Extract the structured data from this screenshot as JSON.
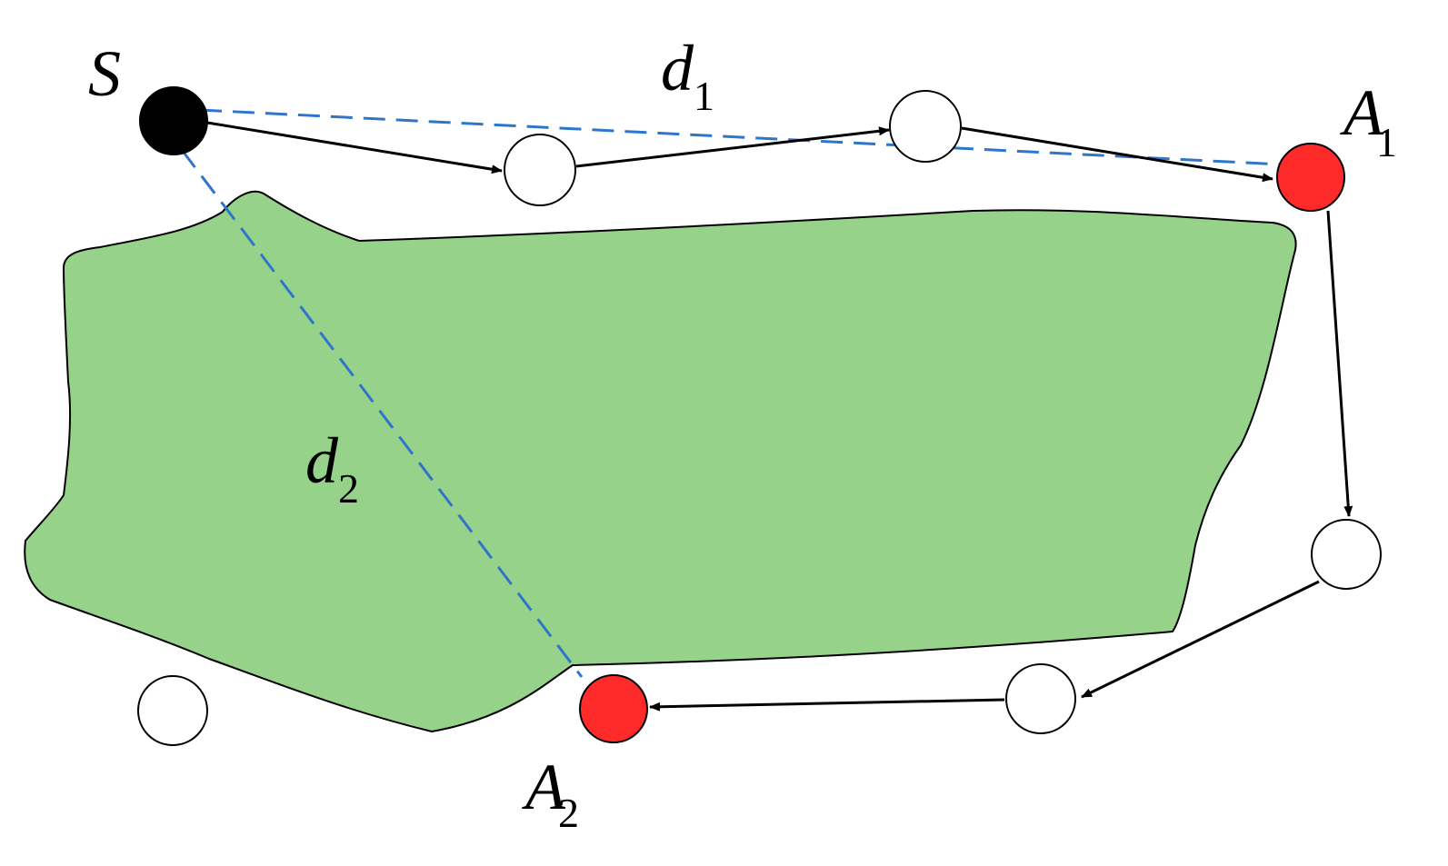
{
  "labels": {
    "source": "S",
    "anchor1": {
      "main": "A",
      "sub": "1"
    },
    "anchor2": {
      "main": "A",
      "sub": "2"
    },
    "d1": {
      "main": "d",
      "sub": "1"
    },
    "d2": {
      "main": "d",
      "sub": "2"
    }
  },
  "colors": {
    "obstacle_fill": "#97d28b",
    "source_node": "#000000",
    "anchor_node": "#ff2a2a",
    "unknown_node": "#ffffff",
    "distance_line": "#2f75c9",
    "hop_arrow": "#000000"
  },
  "legend_semantics": {
    "distance_line_style": "dashed",
    "hop_path_style": "solid-arrow"
  }
}
